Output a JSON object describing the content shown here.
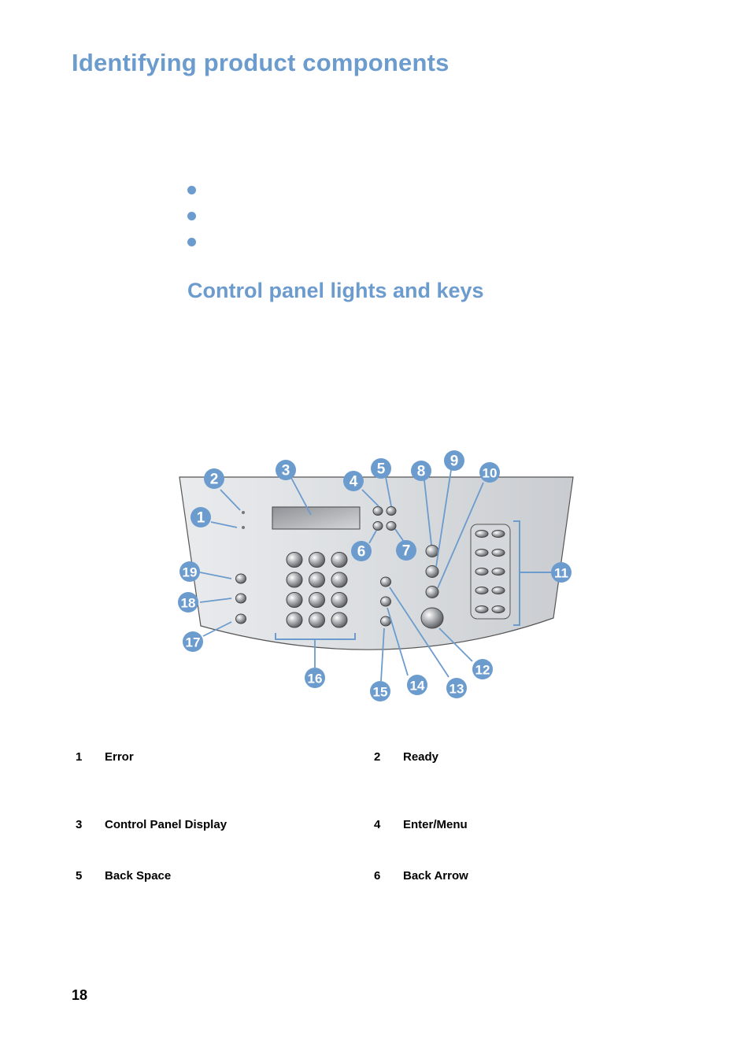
{
  "page": {
    "title": "Identifying product components",
    "section_title": "Control panel lights and keys",
    "page_number": "18"
  },
  "bullet_count": 3,
  "callouts": [
    "1",
    "2",
    "3",
    "4",
    "5",
    "6",
    "7",
    "8",
    "9",
    "10",
    "11",
    "12",
    "13",
    "14",
    "15",
    "16",
    "17",
    "18",
    "19"
  ],
  "legend": [
    {
      "num": "1",
      "label": "Error"
    },
    {
      "num": "2",
      "label": "Ready"
    },
    {
      "num": "3",
      "label": "Control Panel Display"
    },
    {
      "num": "4",
      "label": "Enter/Menu"
    },
    {
      "num": "5",
      "label": "Back Space"
    },
    {
      "num": "6",
      "label": "Back Arrow"
    }
  ],
  "colors": {
    "accent": "#6c9bce",
    "panel_fill": "#dfe1e4",
    "panel_stroke": "#555555"
  }
}
